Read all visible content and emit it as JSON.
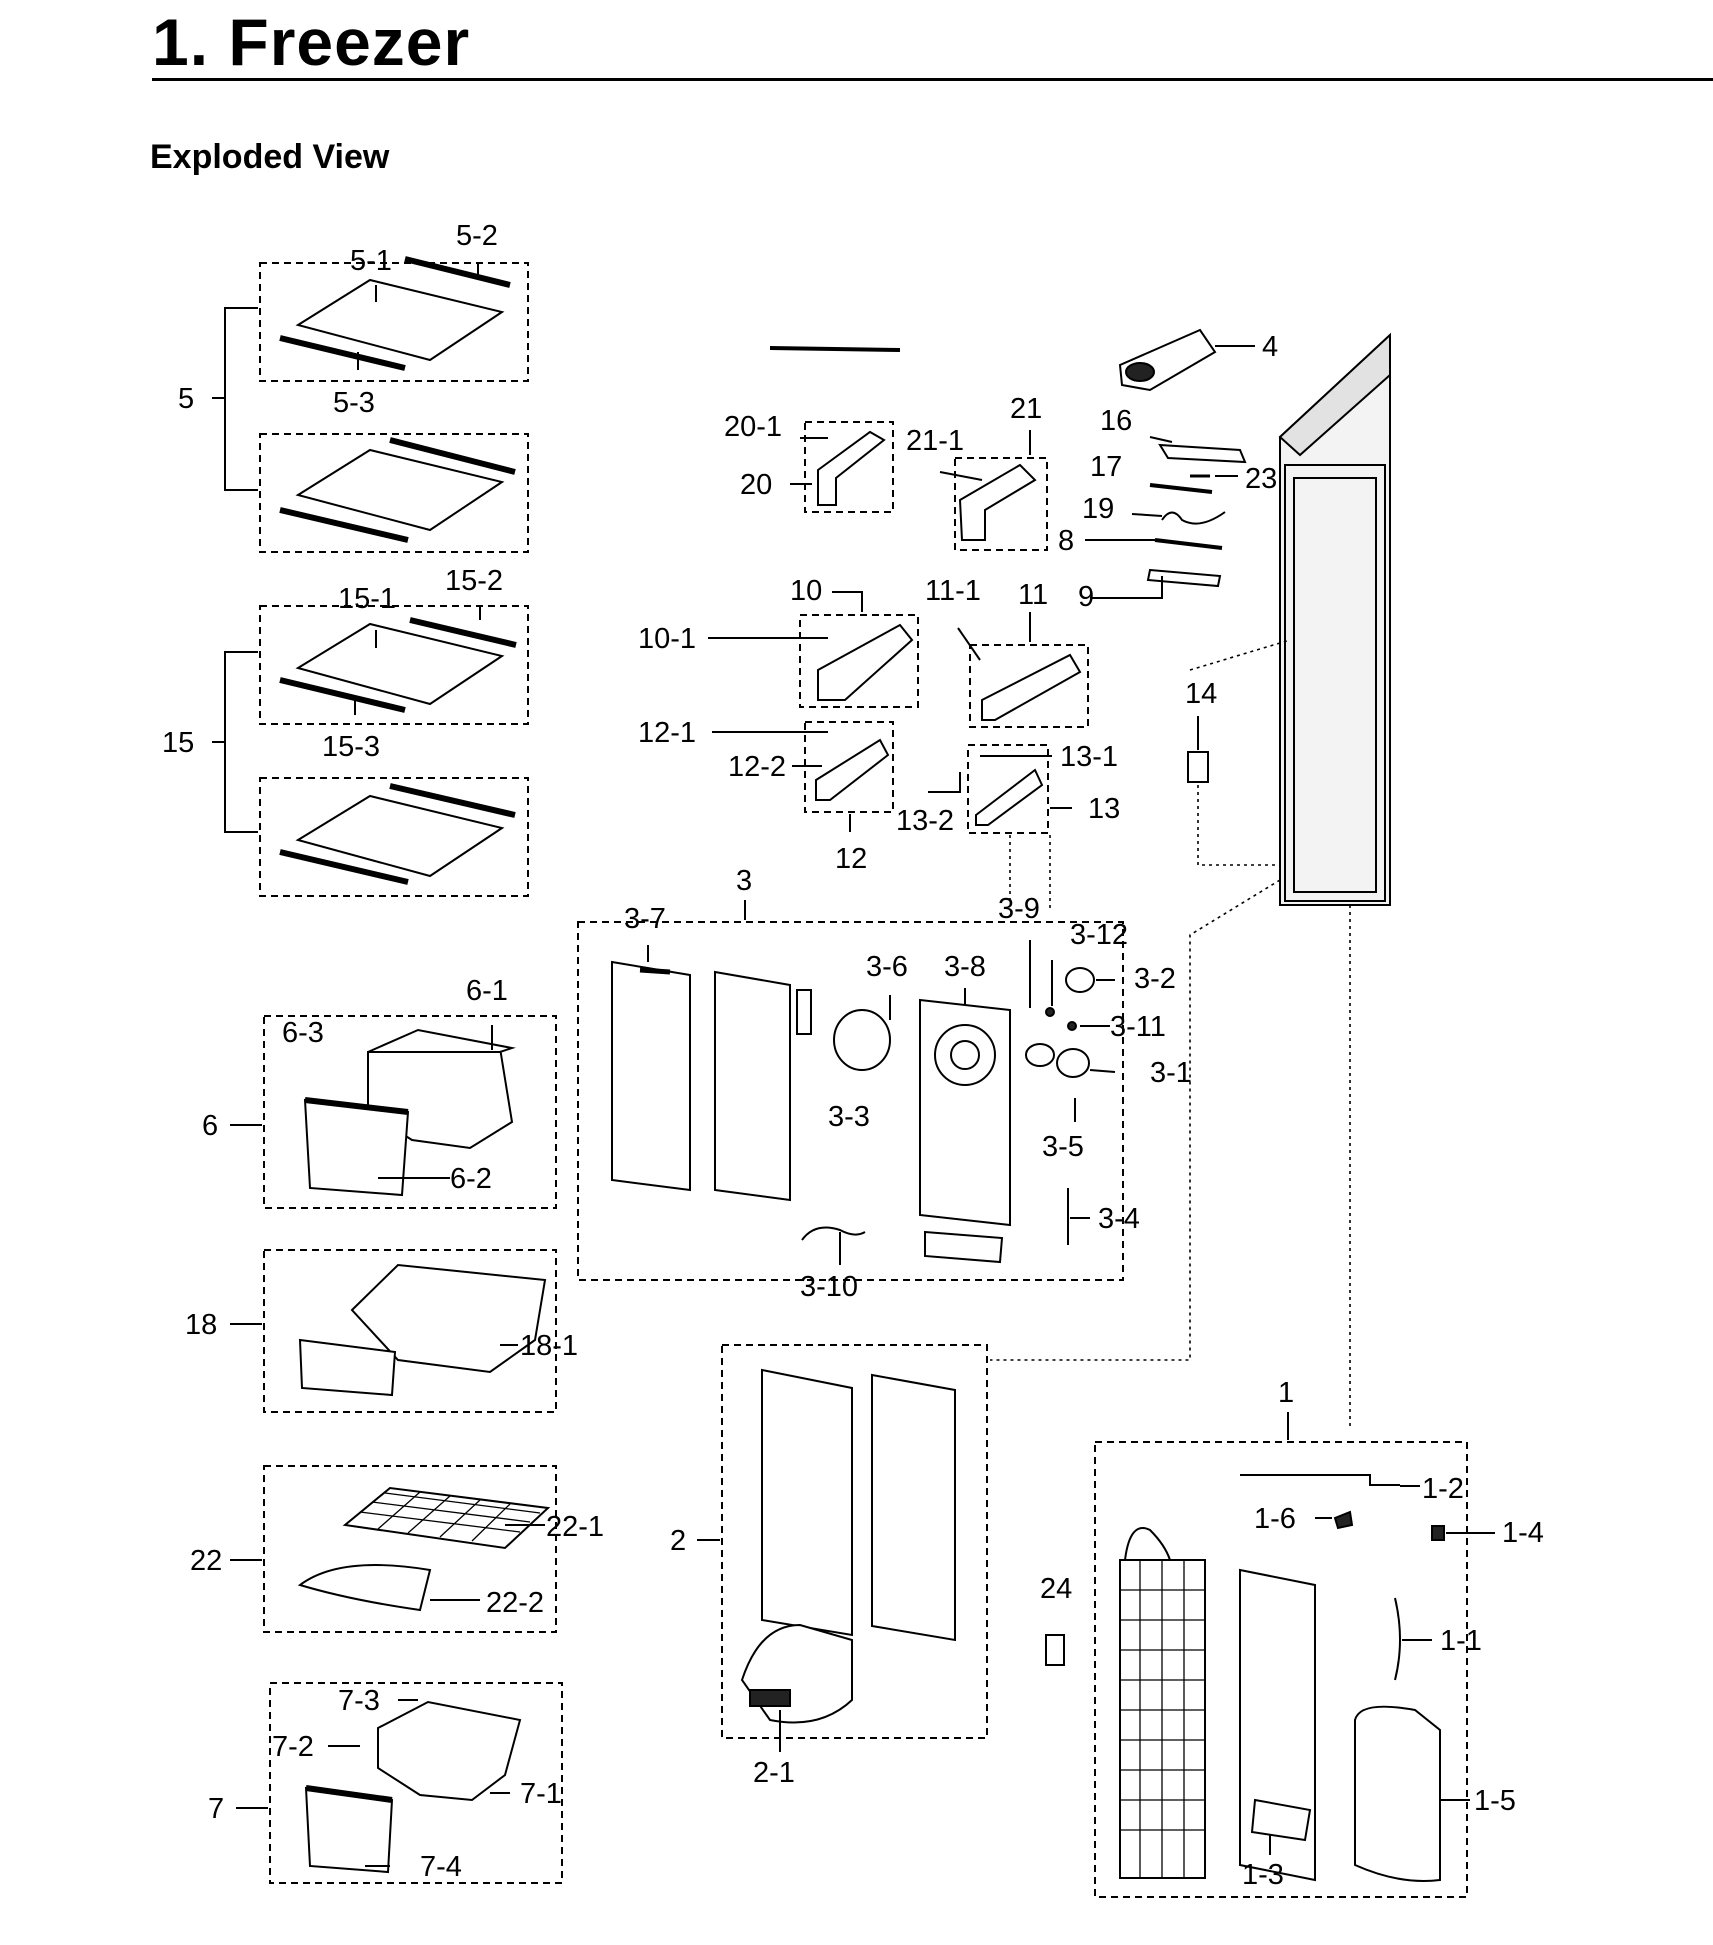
{
  "page": {
    "title": "1.  Freezer",
    "section": "Exploded View"
  },
  "labels": {
    "l5": "5",
    "l5_1": "5-1",
    "l5_2": "5-2",
    "l5_3": "5-3",
    "l15": "15",
    "l15_1": "15-1",
    "l15_2": "15-2",
    "l15_3": "15-3",
    "l6": "6",
    "l6_1": "6-1",
    "l6_2": "6-2",
    "l6_3": "6-3",
    "l18": "18",
    "l18_1": "18-1",
    "l22": "22",
    "l22_1": "22-1",
    "l22_2": "22-2",
    "l7": "7",
    "l7_1": "7-1",
    "l7_2": "7-2",
    "l7_3": "7-3",
    "l7_4": "7-4",
    "l20": "20",
    "l20_1": "20-1",
    "l21": "21",
    "l21_1": "21-1",
    "l10": "10",
    "l10_1": "10-1",
    "l11": "11",
    "l11_1": "11-1",
    "l12": "12",
    "l12_1": "12-1",
    "l12_2": "12-2",
    "l13": "13",
    "l13_1": "13-1",
    "l13_2": "13-2",
    "l4": "4",
    "l16": "16",
    "l17": "17",
    "l23": "23",
    "l19": "19",
    "l8": "8",
    "l9": "9",
    "l14": "14",
    "l3": "3",
    "l3_1": "3-1",
    "l3_2": "3-2",
    "l3_3": "3-3",
    "l3_4": "3-4",
    "l3_5": "3-5",
    "l3_6": "3-6",
    "l3_7": "3-7",
    "l3_8": "3-8",
    "l3_9": "3-9",
    "l3_10": "3-10",
    "l3_11": "3-11",
    "l3_12": "3-12",
    "l2": "2",
    "l2_1": "2-1",
    "l24": "24",
    "l1": "1",
    "l1_1": "1-1",
    "l1_2": "1-2",
    "l1_3": "1-3",
    "l1_4": "1-4",
    "l1_5": "1-5",
    "l1_6": "1-6"
  }
}
